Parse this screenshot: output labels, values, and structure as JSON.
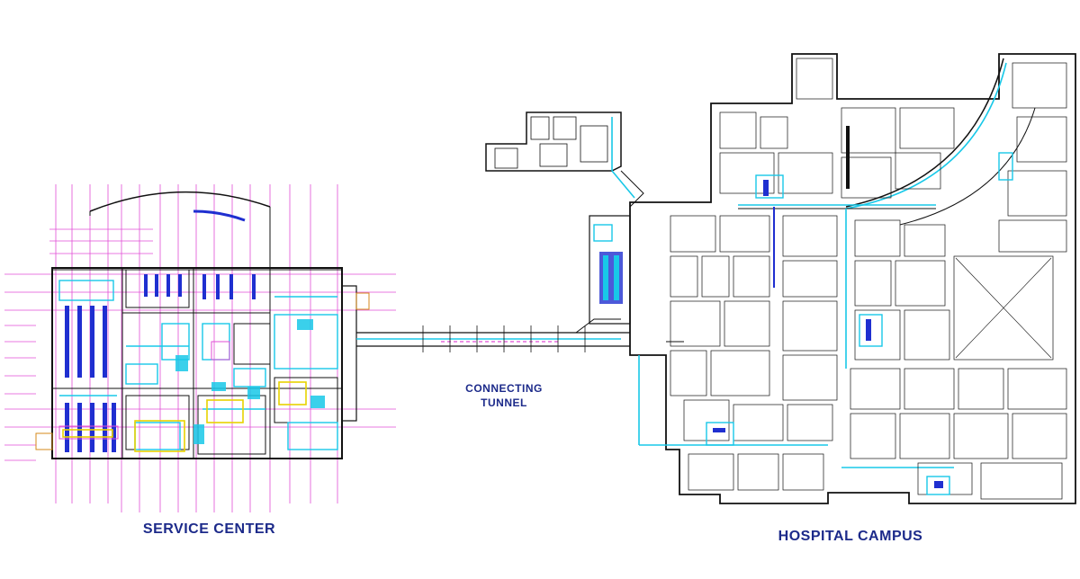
{
  "labels": {
    "service_center": "SERVICE CENTER",
    "tunnel_line1": "CONNECTING",
    "tunnel_line2": "TUNNEL",
    "hospital_campus": "HOSPITAL CAMPUS"
  },
  "colors": {
    "outline": "#111111",
    "gridline": "#e14ed6",
    "cyan": "#18c8e8",
    "blue": "#1f2fd0",
    "yellow": "#e8d200",
    "caption": "#1c2a8a"
  }
}
